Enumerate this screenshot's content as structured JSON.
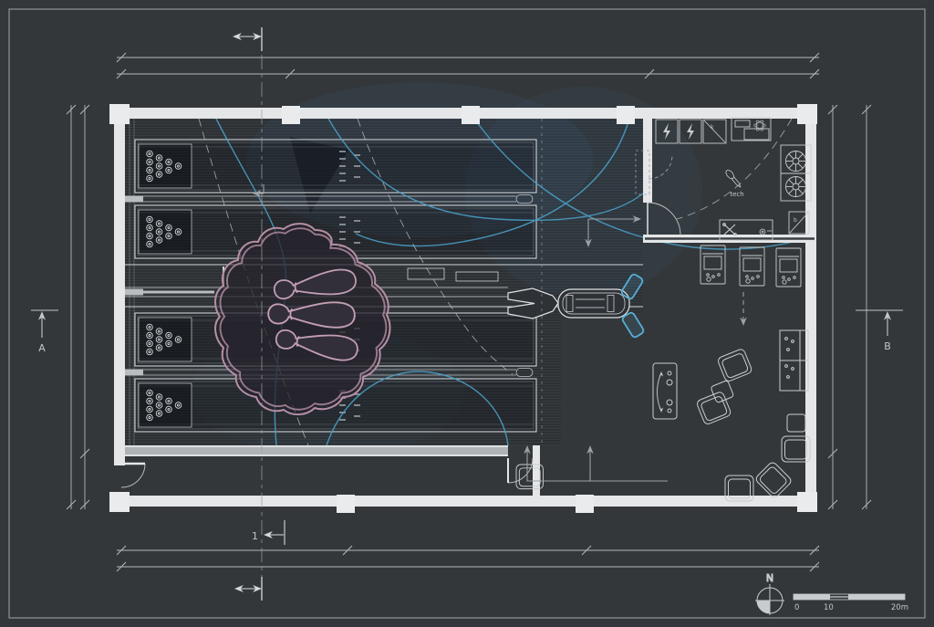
{
  "annotations": {
    "section_a": "A",
    "section_b": "B",
    "detail_1": "1"
  },
  "rooms": {
    "tech": "tech"
  },
  "symbols": {
    "panel_k": "k",
    "bar_b": "b"
  },
  "compass": {
    "north": "N"
  },
  "scale_bar": {
    "zero": "0",
    "ten": "10",
    "twenty": "20m"
  },
  "colors": {
    "background": "#33373a",
    "wall": "#e4e6e8",
    "line_bright": "#d6d9db",
    "line": "#b4b8bb",
    "line_dim": "#9ba1a5",
    "accent_blue": "#4ba4cd",
    "accent_blue_chair": "#57aed6",
    "logo_pink": "#b78fa6",
    "floor_hall": "#2d3135"
  },
  "icons": {
    "electrical-panel-icon": "lightning-bolt",
    "ventilation-fan-icon": "radial-fan",
    "screwdriver-icon": "screwdriver",
    "repair-tools-icon": "crossed-tools",
    "gear-icon": "gear",
    "sink-drain-icon": "flower-drain",
    "north-compass-icon": "quartered-circle",
    "bowling-pin-icon": "pin-outline",
    "door-swing-icon": "quarter-arc"
  },
  "plan": {
    "lanes": 4,
    "pins_per_deck": 10,
    "arcade_machines": 3
  }
}
